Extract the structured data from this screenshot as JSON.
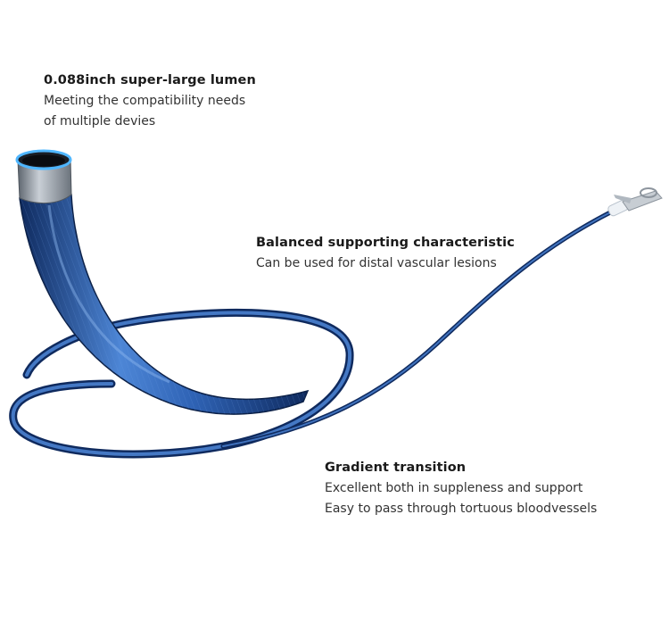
{
  "colors": {
    "background": "#ffffff",
    "catheter_light": "#4d86d6",
    "catheter_mid": "#2f63b5",
    "catheter_dark": "#0f2a5e",
    "lumen_ring": "#4fb6ff",
    "metal_band": "#9aa3ad"
  },
  "callouts": {
    "lumen": {
      "title": "0.088inch super-large lumen",
      "line1": "Meeting the compatibility needs",
      "line2": "of multiple devies"
    },
    "support": {
      "title": "Balanced supporting characteristic",
      "line1": "Can be used for distal vascular lesions"
    },
    "gradient": {
      "title": "Gradient transition",
      "line1": "Excellent both in suppleness and support",
      "line2": "Easy to pass through tortuous bloodvessels"
    }
  }
}
